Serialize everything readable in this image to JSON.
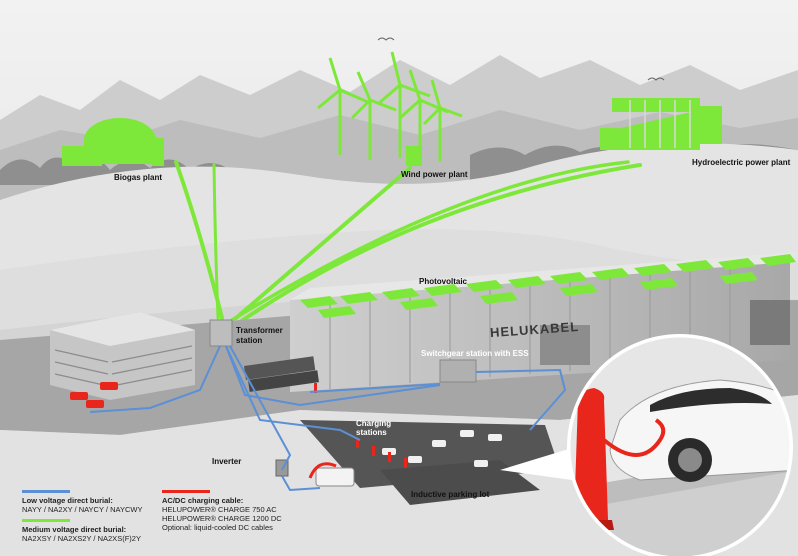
{
  "colors": {
    "low_voltage": "#5b8fd6",
    "medium_voltage": "#7ee83a",
    "ac_dc_charging": "#e8261c",
    "landscape": "#dcdcdc",
    "building": "#bdbdbd"
  },
  "labels": {
    "biogas": "Biogas plant",
    "wind": "Wind power plant",
    "hydro": "Hydroelectric power plant",
    "photovoltaic": "Photovoltaic",
    "transformer": "Transformer\nstation",
    "switchgear": "Switchgear station with ESS",
    "charging": "Charging\nstations",
    "inverter": "Inverter",
    "inductive": "Inductive parking lot",
    "logo": "HELUKABEL"
  },
  "legend": {
    "low": {
      "title": "Low voltage direct burial:",
      "text": "NAYY / NA2XY / NAYCY / NAYCWY"
    },
    "medium": {
      "title": "Medium voltage direct burial:",
      "text": "NA2XSY / NA2XS2Y / NA2XS(F)2Y"
    },
    "acdc": {
      "title": "AC/DC charging cable:",
      "line1": "HELUPOWER® CHARGE 750 AC",
      "line2": "HELUPOWER® CHARGE 1200 DC",
      "line3": "Optional: liquid-cooled DC cables"
    }
  }
}
